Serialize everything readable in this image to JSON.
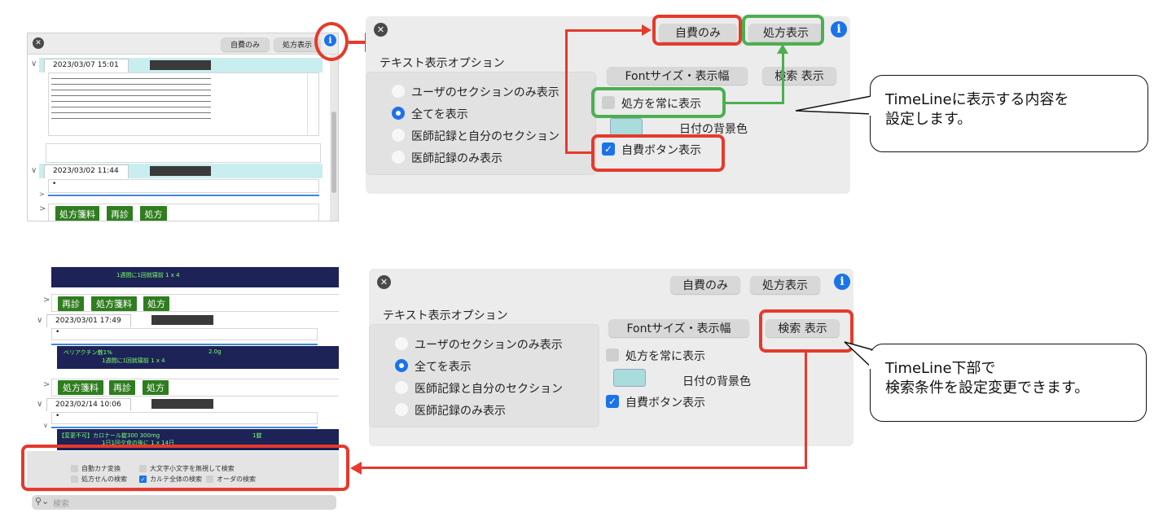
{
  "top_timeline": {
    "self_pay_btn": "自費のみ",
    "prescription_btn": "処方表示",
    "entry1_date": "2023/03/07 15:01",
    "entry2_date": "2023/03/02 11:44",
    "entry2_text": "•",
    "green_buttons": [
      "処方箋料",
      "再診",
      "処方"
    ]
  },
  "top_panel": {
    "self_pay_btn": "自費のみ",
    "prescription_btn": "処方表示",
    "section_title": "テキスト表示オプション",
    "radio_options": [
      "ユーザのセクションのみ表示",
      "全てを表示",
      "医師記録と自分のセクション",
      "医師記録のみ表示"
    ],
    "selected_index": 1,
    "font_btn": "Fontサイズ・表示幅",
    "search_btn": "検索 表示",
    "always_rx_label": "処方を常に表示",
    "date_bg_label": "日付の背景色",
    "self_pay_show_label": "自費ボタン表示",
    "swatch_color": "#a9dcdc"
  },
  "callout_top": {
    "line1": "TimeLineに表示する内容を",
    "line2": "設定します。"
  },
  "bottom_timeline": {
    "rx_top_line": "1週間に1回就寝前 1 x 4",
    "row1_buttons": [
      "再診",
      "処方箋料",
      "処方"
    ],
    "entry1_date": "2023/03/01 17:49",
    "entry1_text": "•",
    "rx2_name": "ベリアクチン散1%",
    "rx2_amount": "2.0g",
    "rx2_usage": "1週間に1回就寝前 1 x 4",
    "row2_buttons": [
      "処方箋料",
      "再診",
      "処方"
    ],
    "entry2_date": "2023/02/14 10:06",
    "entry2_text": "•",
    "rx3_name": "【変更不可】カロナール錠300 300mg",
    "rx3_amount": "1錠",
    "rx3_usage": "1日1回夕食の後に 1 x 14日",
    "search_opts": {
      "auto_kana": "自動カナ変換",
      "ignore_case": "大文字小文字を無視して検索",
      "rx_search": "処方せんの検索",
      "karte_search": "カルテ全体の検索",
      "order_search": "オーダの検索"
    },
    "search_placeholder": "検索"
  },
  "bottom_panel": {
    "self_pay_btn": "自費のみ",
    "prescription_btn": "処方表示",
    "section_title": "テキスト表示オプション",
    "radio_options": [
      "ユーザのセクションのみ表示",
      "全てを表示",
      "医師記録と自分のセクション",
      "医師記録のみ表示"
    ],
    "font_btn": "Fontサイズ・表示幅",
    "search_btn": "検索 表示",
    "always_rx_label": "処方を常に表示",
    "date_bg_label": "日付の背景色",
    "self_pay_show_label": "自費ボタン表示"
  },
  "callout_bottom": {
    "line1": "TimeLine下部で",
    "line2": "検索条件を設定変更できます。"
  },
  "colors": {
    "highlight_red": "#e53a2c",
    "highlight_green": "#4caf50",
    "accent_blue": "#1a73e8",
    "button_green": "#2f7d1f",
    "rx_navy": "#1d2357"
  }
}
